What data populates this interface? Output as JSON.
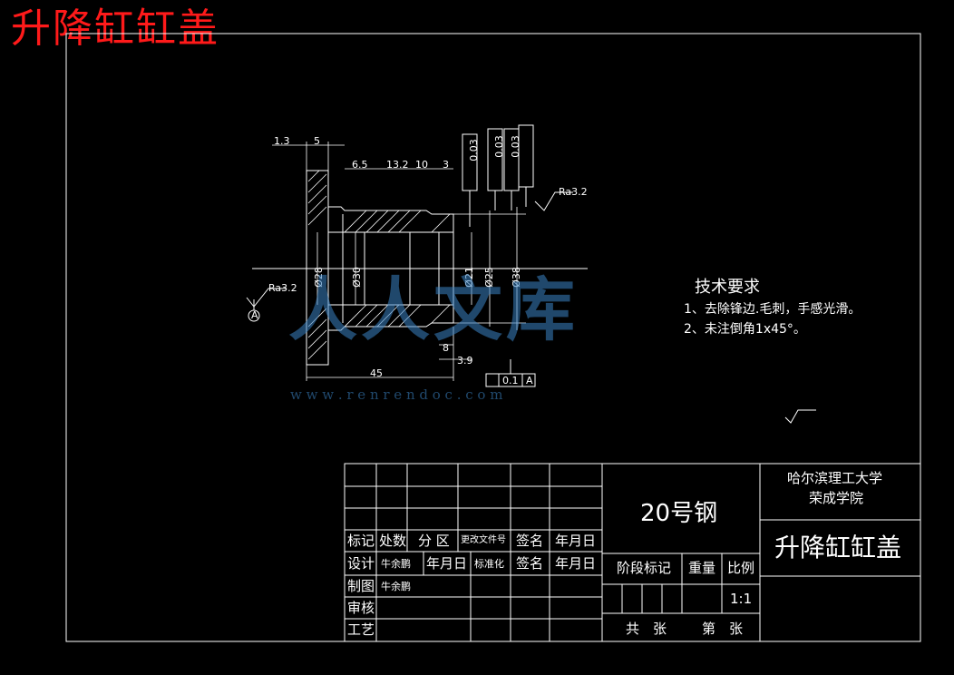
{
  "header": {
    "title": "升降缸缸盖"
  },
  "watermark": {
    "brand": "人人文库",
    "url": "w w w . r e n r e n d o c . c o m",
    "color": "#2f7fc2"
  },
  "dimensions": {
    "d1_3": "1.3",
    "d5": "5",
    "d6_5": "6.5",
    "d13_2": "13.2",
    "d10": "10",
    "d3": "3",
    "d45": "45",
    "d8": "8",
    "d3_9": "3.9",
    "dia28": "Ø28",
    "dia30": "Ø30",
    "dia21": "Ø21",
    "dia25": "Ø25",
    "dia38": "Ø38",
    "flatness": "0.1",
    "datum": "A",
    "tol1": "0.03",
    "tol2": "0.03",
    "tol3": "0.03",
    "roughness": "Ra3.2"
  },
  "tech": {
    "title": "技术要求",
    "items": [
      "1、去除锋边.毛刺，手感光滑。",
      "2、未注倒角1x45°。"
    ]
  },
  "title_block": {
    "university": "哈尔滨理工大学",
    "college": "荣成学院",
    "material": "20号钢",
    "part_name": "升降缸缸盖",
    "labels": {
      "mark": "标记",
      "count": "处数",
      "zone": "分 区",
      "change_doc": "更改文件号",
      "sign": "签名",
      "date": "年月日",
      "design": "设计",
      "designer": "牛余鹏",
      "date2": "年月日",
      "standard": "标准化",
      "sign2": "签名",
      "date3": "年月日",
      "draw": "制图",
      "drawer": "牛余鹏",
      "review": "审核",
      "process": "工艺",
      "stage": "阶段标记",
      "weight": "重量",
      "scale_label": "比例",
      "scale": "1:1",
      "total": "共",
      "sheets": "张",
      "sheet_no": "第",
      "sheet2": "张"
    }
  }
}
